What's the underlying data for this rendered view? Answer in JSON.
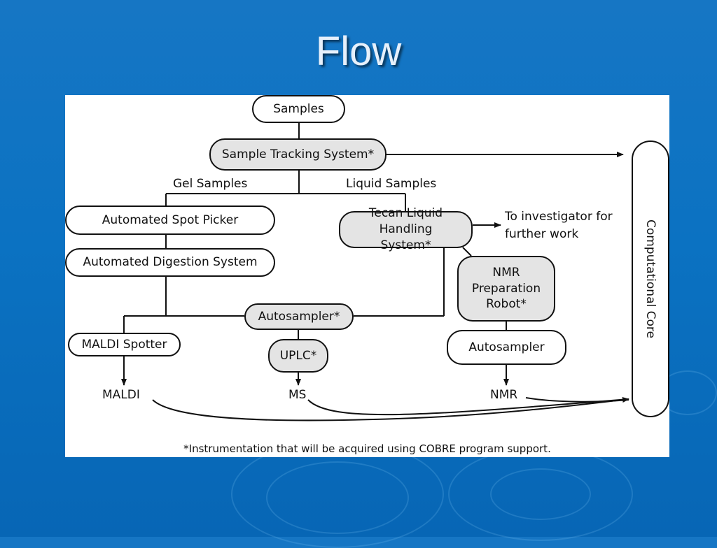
{
  "title": "Flow",
  "diagram": {
    "nodes": {
      "samples": "Samples",
      "tracking": "Sample Tracking System*",
      "spot_picker": "Automated Spot Picker",
      "digestion": "Automated Digestion System",
      "tecan": "Tecan Liquid Handling System*",
      "nmr_robot": "NMR Preparation Robot*",
      "autosampler_center": "Autosampler*",
      "maldi_spotter": "MALDI Spotter",
      "uplc": "UPLC*",
      "autosampler_right": "Autosampler",
      "core": "Computational Core"
    },
    "labels": {
      "gel": "Gel Samples",
      "liquid": "Liquid Samples",
      "investigator_line1": "To investigator for",
      "investigator_line2": "further work",
      "maldi": "MALDI",
      "ms": "MS",
      "nmr": "NMR"
    },
    "footnote": "*Instrumentation that will be acquired using COBRE program support."
  },
  "colors": {
    "background": "#0b72c2",
    "panel": "#ffffff",
    "node_grey": "#e4e4e4",
    "title": "#e6f0fb"
  }
}
